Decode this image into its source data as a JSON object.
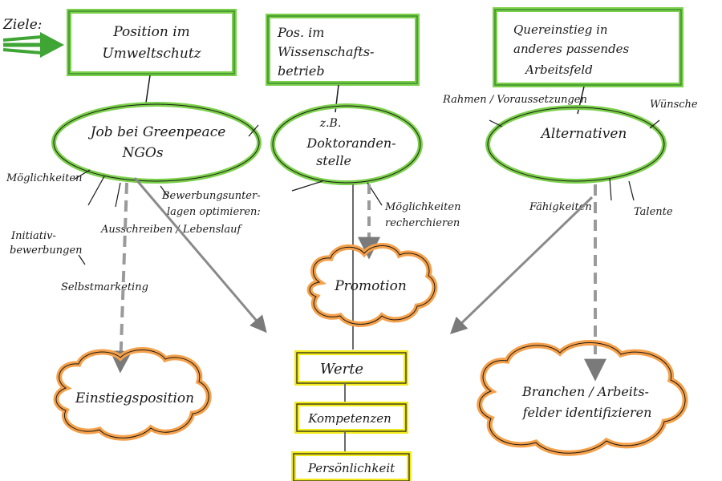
{
  "ziele_label": "Ziele:",
  "goals": [
    {
      "line1": "Position im",
      "line2": "Umweltschutz"
    },
    {
      "line1": "Pos. im",
      "line2": "Wissenschafts-",
      "line3": "betrieb"
    },
    {
      "line1": "Quereinstieg in",
      "line2": "anderes passendes",
      "line3": "Arbeitsfeld"
    }
  ],
  "ellipses": [
    {
      "line1": "Job bei Greenpeace",
      "line2": "NGOs"
    },
    {
      "line0": "z.B.",
      "line1": "Doktoranden-",
      "line2": "stelle"
    },
    {
      "line1": "Alternativen"
    }
  ],
  "annotations": {
    "moeglichkeiten_left": "Möglichkeiten",
    "bewerbung": [
      "Bewerbungsunter-",
      "lagen optimieren:"
    ],
    "initiativ": [
      "Initiativ-",
      "bewerbungen"
    ],
    "ausschreiben": "Ausschreiben / Lebenslauf",
    "selbstmarketing": "Selbstmarketing",
    "moeglichkeiten_mid": [
      "Möglichkeiten",
      "recherchieren"
    ],
    "rahmen": "Rahmen / Voraussetzungen",
    "wuensche": "Wünsche",
    "faehigkeiten": "Fähigkeiten",
    "talente": "Talente"
  },
  "clouds": {
    "promotion": "Promotion",
    "einstieg": "Einstiegsposition",
    "branchen": [
      "Branchen / Arbeits-",
      "felder identifizieren"
    ]
  },
  "boxes": [
    "Werte",
    "Kompetenzen",
    "Persönlichkeit"
  ],
  "colors": {
    "green": "#3fa535",
    "green_light": "#7bd04a",
    "orange": "#f5a04a",
    "yellow": "#f2ea1c",
    "ink": "#1a1a1a",
    "grey": "#808080"
  }
}
